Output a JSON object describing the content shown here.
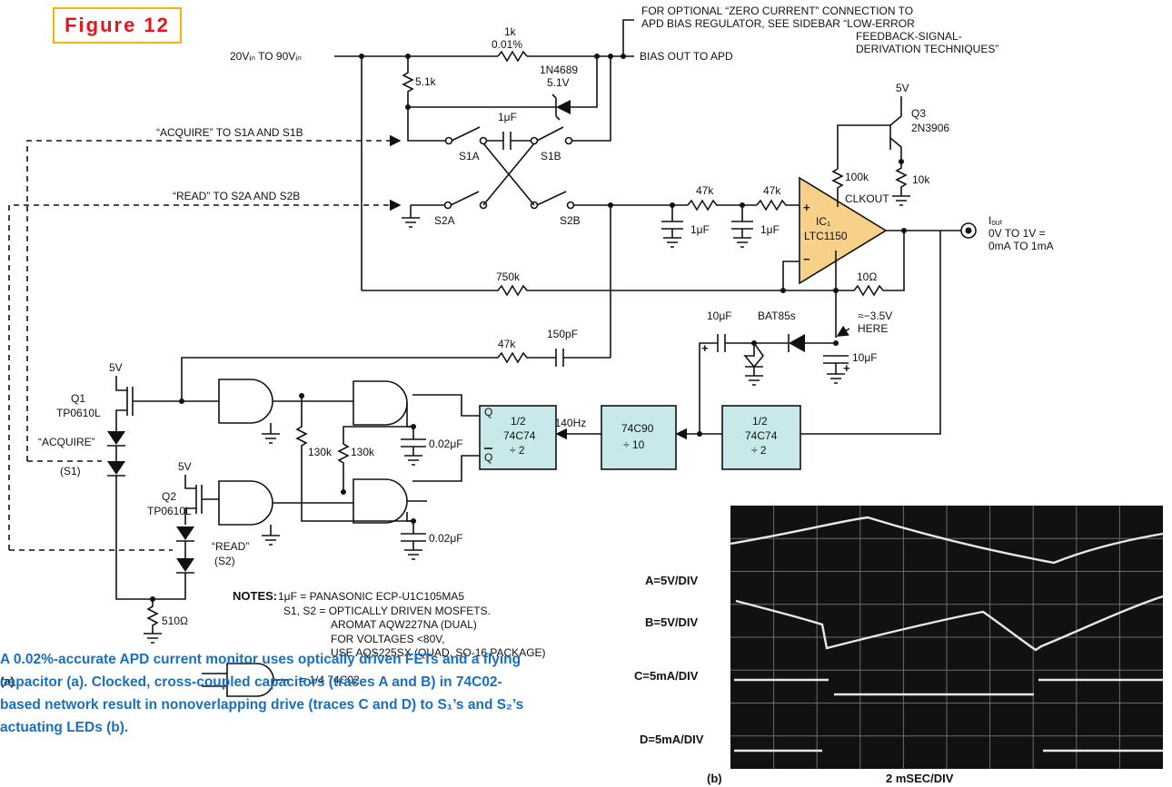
{
  "figure_label": "Figure 12",
  "labels": {
    "vin": "20Vᵢₙ TO 90Vᵢₙ",
    "r_1k": "1k",
    "r_1k_tol": "0.01%",
    "zener": "1N4689",
    "zener_v": "5.1V",
    "r_5k1": "5.1k",
    "bias_out": "BIAS OUT TO APD",
    "note_zero_1": "FOR OPTIONAL “ZERO CURRENT” CONNECTION TO",
    "note_zero_2": "APD BIAS REGULATOR, SEE SIDEBAR “LOW-ERROR",
    "note_zero_3": "FEEDBACK-SIGNAL-",
    "note_zero_4": "DERIVATION TECHNIQUES”",
    "acquire_s1": "“ACQUIRE” TO S1A AND S1B",
    "read_s2": "“READ” TO S2A AND S2B",
    "c_1u_top": "1μF",
    "s1a": "S1A",
    "s1b": "S1B",
    "s2a": "S2A",
    "s2b": "S2B",
    "v5_q3": "5V",
    "q3": "Q3",
    "q3_part": "2N3906",
    "r_100k": "100k",
    "r_10k": "10k",
    "clkout": "CLKOUT",
    "r_47k_a": "47k",
    "r_47k_b": "47k",
    "c_1u_a": "1μF",
    "c_1u_b": "1μF",
    "plus": "+",
    "minus": "−",
    "ic1": "IC₁",
    "ic1_part": "LTC1150",
    "iout": "Iₒᵤₜ",
    "iout_range_1": "0V TO 1V =",
    "iout_range_2": "0mA TO 1mA",
    "r_750k": "750k",
    "r_10ohm": "10Ω",
    "c_10u_a": "10μF",
    "bat85s": "BAT85s",
    "neg35": "≈−3.5V",
    "here": "HERE",
    "c_10u_b": "10μF",
    "r_47k_c": "47k",
    "c_150p": "150pF",
    "v5_q1": "5V",
    "q1": "Q1",
    "q1_part": "TP0610L",
    "acquire_led": "“ACQUIRE”",
    "acquire_led_s": "(S1)",
    "v5_q2": "5V",
    "q2": "Q2",
    "q2_part": "TP0610L",
    "read_led": "“READ”",
    "read_led_s": "(S2)",
    "r_130k_a": "130k",
    "r_130k_b": "130k",
    "c_002_a": "0.02μF",
    "c_002_b": "0.02μF",
    "r_510": "510Ω",
    "ff1_a": "1/2",
    "ff1_b": "74C74",
    "ff1_c": "÷ 2",
    "ff_q": "Q",
    "ff_qbar": "Q",
    "freq": "≈140Hz",
    "div10_a": "74C90",
    "div10_b": "÷ 10",
    "ff2_a": "1/2",
    "ff2_b": "74C74",
    "ff2_c": "÷ 2",
    "panel_a": "(a)",
    "panel_b": "(b)"
  },
  "notes": {
    "title": "NOTES:",
    "line1": "1μF  = PANASONIC ECP-U1C105MA5",
    "line2": "S1, S2  = OPTICALLY DRIVEN MOSFETS.",
    "line3": "AROMAT AQW227NA (DUAL)",
    "line4": "FOR VOLTAGES <80V,",
    "line5": "USE AQS225SX (QUAD, SO-16 PACKAGE)",
    "gate_eq": "= 1/4 74C02"
  },
  "scope": {
    "trace_a": "A=5V/DIV",
    "trace_b": "B=5V/DIV",
    "trace_c": "C=5mA/DIV",
    "trace_d": "D=5mA/DIV",
    "timebase": "2 mSEC/DIV"
  },
  "caption": {
    "line1": "A 0.02%-accurate APD current monitor uses optically driven FETs and a flying",
    "line2": "capacitor (a). Clocked, cross-coupled capacitors (traces A and B) in 74C02-",
    "line3": "based network result in nonoverlapping drive (traces C and D) to S₁’s and S₂’s",
    "line4": "actuating LEDs (b)."
  },
  "colors": {
    "caption": "#1a6fbf",
    "badge_text": "#e8141b",
    "badge_border": "#f2b705",
    "ic_fill": "#c9e8e9",
    "amp_fill": "#f7d08a"
  }
}
